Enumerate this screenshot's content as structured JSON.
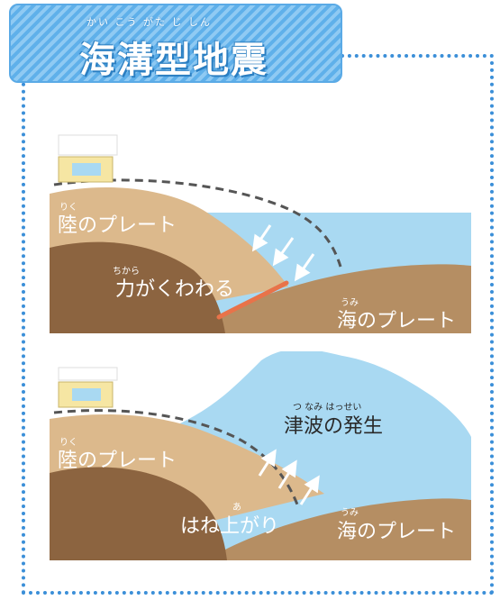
{
  "title": {
    "main": "海溝型地震",
    "ruby": "かい こう がた じ  しん"
  },
  "panel1": {
    "land_plate_ruby": "りく",
    "land_plate": "陸のプレート",
    "force_ruby": "ちから",
    "force": "力がくわわる",
    "ocean_plate_ruby": "うみ",
    "ocean_plate": "海のプレート"
  },
  "panel2": {
    "land_plate_ruby": "りく",
    "land_plate": "陸のプレート",
    "tsunami_ruby": "つ なみ  はっせい",
    "tsunami": "津波の発生",
    "rebound_ruby": "あ",
    "rebound": "はね上がり",
    "ocean_plate_ruby": "うみ",
    "ocean_plate": "海のプレート"
  },
  "colors": {
    "frame": "#3b8fd8",
    "sea": "#a9d9f2",
    "land_plate": "#dcb98c",
    "ocean_plate": "#b58e63",
    "deep_earth": "#8c6440",
    "stress_line": "#e8734a",
    "house": "#f6e6a3"
  },
  "icons": [
    "house-icon",
    "arrow-icon"
  ]
}
